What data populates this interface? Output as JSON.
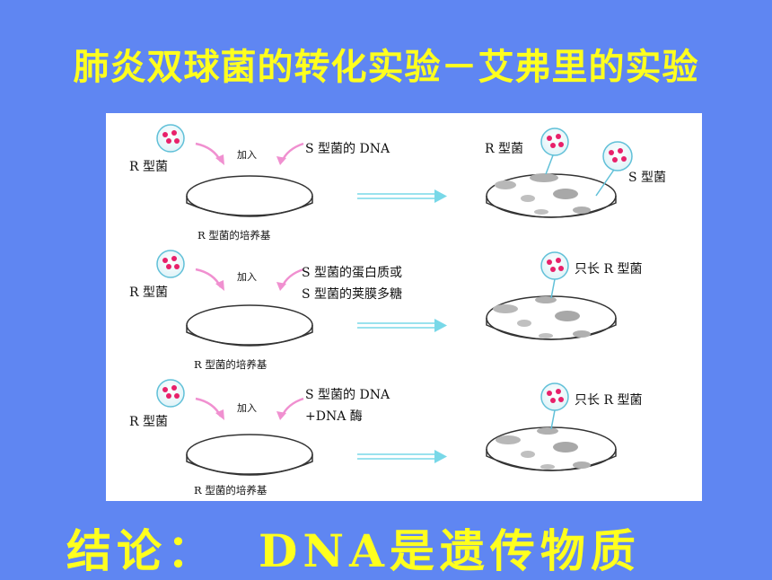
{
  "title": "肺炎双球菌的转化实验－艾弗里的实验",
  "conclusion": {
    "label": "结论：",
    "text": "DNA是遗传物质"
  },
  "rows": [
    {
      "left_label": "R 型菌",
      "add_label": "加入",
      "added_lines": [
        "S 型菌的 DNA"
      ],
      "medium_label": "R 型菌的培养基",
      "result_labels": [
        "R 型菌",
        "S 型菌"
      ]
    },
    {
      "left_label": "R 型菌",
      "add_label": "加入",
      "added_lines": [
        "S 型菌的蛋白质或",
        "S 型菌的荚膜多糖"
      ],
      "medium_label": "R 型菌的培养基",
      "result_labels": [
        "只长 R 型菌"
      ]
    },
    {
      "left_label": "R 型菌",
      "add_label": "加入",
      "added_lines": [
        "S 型菌的 DNA",
        "+DNA 酶"
      ],
      "medium_label": "R 型菌的培养基",
      "result_labels": [
        "只长 R 型菌"
      ]
    }
  ],
  "colors": {
    "background": "#5f86f2",
    "title": "#ffff1e",
    "bacteria": "#e8206a",
    "arrow": "#f090d0",
    "transfer_arrow": "#78d8e8"
  }
}
